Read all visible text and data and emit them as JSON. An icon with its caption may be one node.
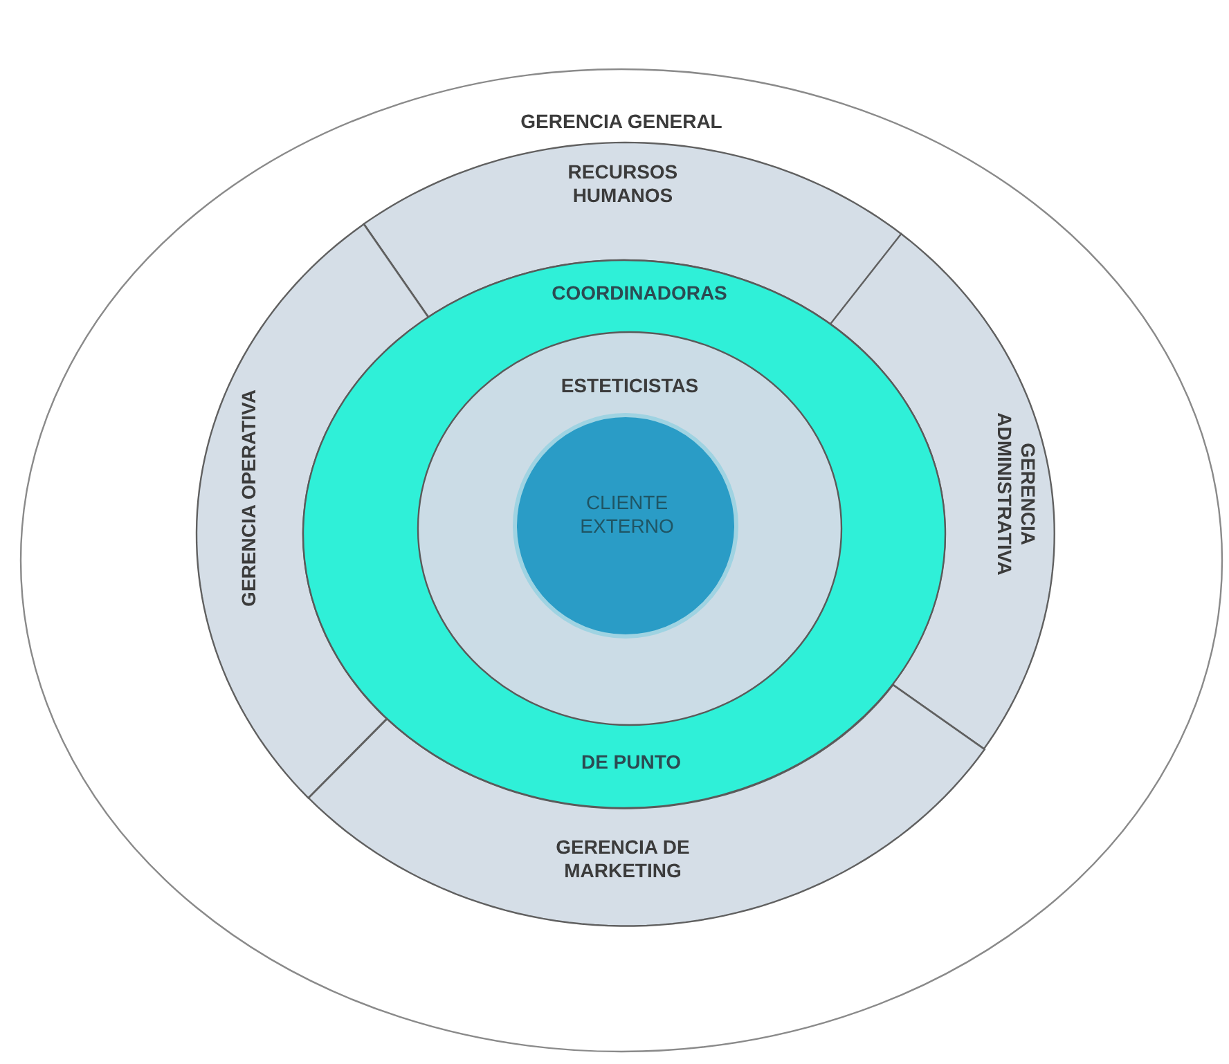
{
  "diagram": {
    "nodes": [
      {
        "text": [
          "GERENCIA GENERAL"
        ]
      },
      {
        "text": [
          "RECURSOS HUMANOS"
        ],
        "in": 0
      },
      {
        "text": [
          "GERENCIA OPERATIVA"
        ],
        "in": 0
      },
      {
        "text": [
          "GERENCIA ADMINISTRATIVA"
        ],
        "in": 0
      },
      {
        "text": [
          "GERENCIA DE MARKETING"
        ],
        "in": 0
      },
      {
        "text": [
          "COORDINADORAS",
          "DE PUNTO"
        ],
        "in": 0
      },
      {
        "text": [
          "ESTETICISTAS"
        ],
        "in": 5
      },
      {
        "text": [
          "CLIENTE EXTERNO"
        ],
        "in": 6
      }
    ]
  }
}
